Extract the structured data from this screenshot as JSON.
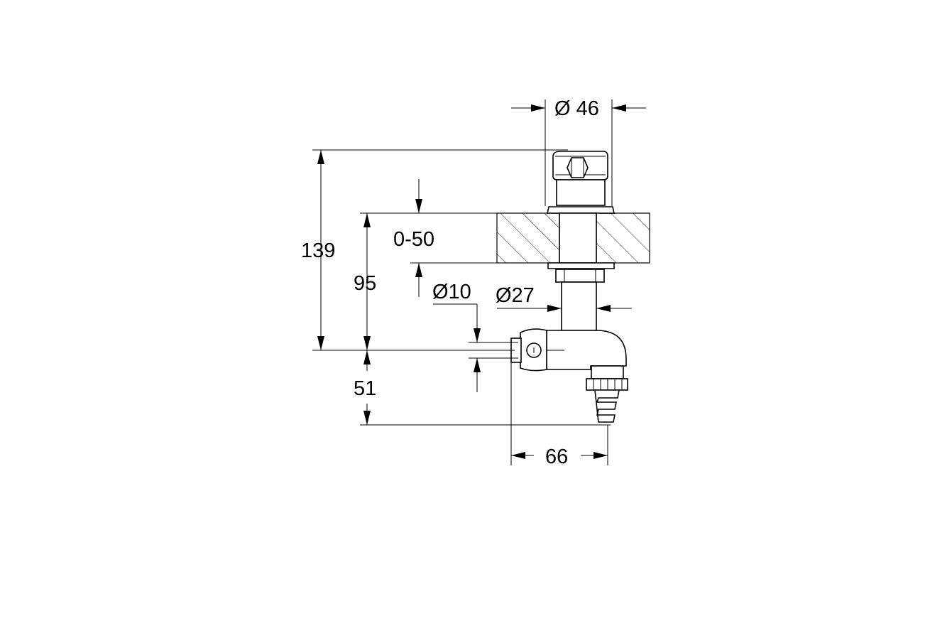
{
  "dimensions": {
    "dia_46": "Ø 46",
    "height_139": "139",
    "range_0_50": "0-50",
    "height_95": "95",
    "dia_10": "Ø10",
    "dia_27": "Ø27",
    "height_51": "51",
    "width_66": "66"
  }
}
